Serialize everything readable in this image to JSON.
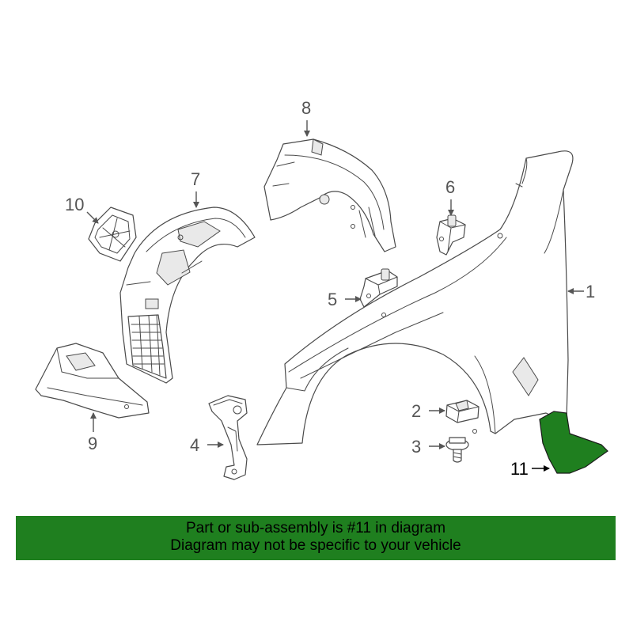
{
  "diagram": {
    "callouts": [
      {
        "id": "1",
        "label": "1"
      },
      {
        "id": "2",
        "label": "2"
      },
      {
        "id": "3",
        "label": "3"
      },
      {
        "id": "4",
        "label": "4"
      },
      {
        "id": "5",
        "label": "5"
      },
      {
        "id": "6",
        "label": "6"
      },
      {
        "id": "7",
        "label": "7"
      },
      {
        "id": "8",
        "label": "8"
      },
      {
        "id": "9",
        "label": "9"
      },
      {
        "id": "10",
        "label": "10"
      },
      {
        "id": "11",
        "label": "11"
      }
    ],
    "highlighted_part": "11",
    "highlight_color": "#1f7f1f",
    "line_color": "#4a4a4a"
  },
  "banner": {
    "line1": "Part or sub-assembly is #11 in diagram",
    "line2": "Diagram may not be specific to your vehicle",
    "background": "#1f7f1f"
  }
}
